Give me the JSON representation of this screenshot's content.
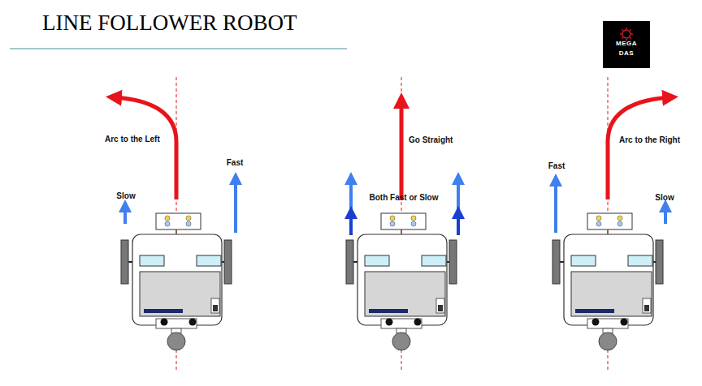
{
  "diagram": {
    "title": "LINE FOLLOWER ROBOT",
    "labels": [
      "MEGA",
      "DAS",
      "Arc to the Left",
      "Fast",
      "Slow",
      "Go Straight",
      "Both Fast or Slow",
      "Fast",
      "Slow",
      "Arc to the Right"
    ]
  }
}
